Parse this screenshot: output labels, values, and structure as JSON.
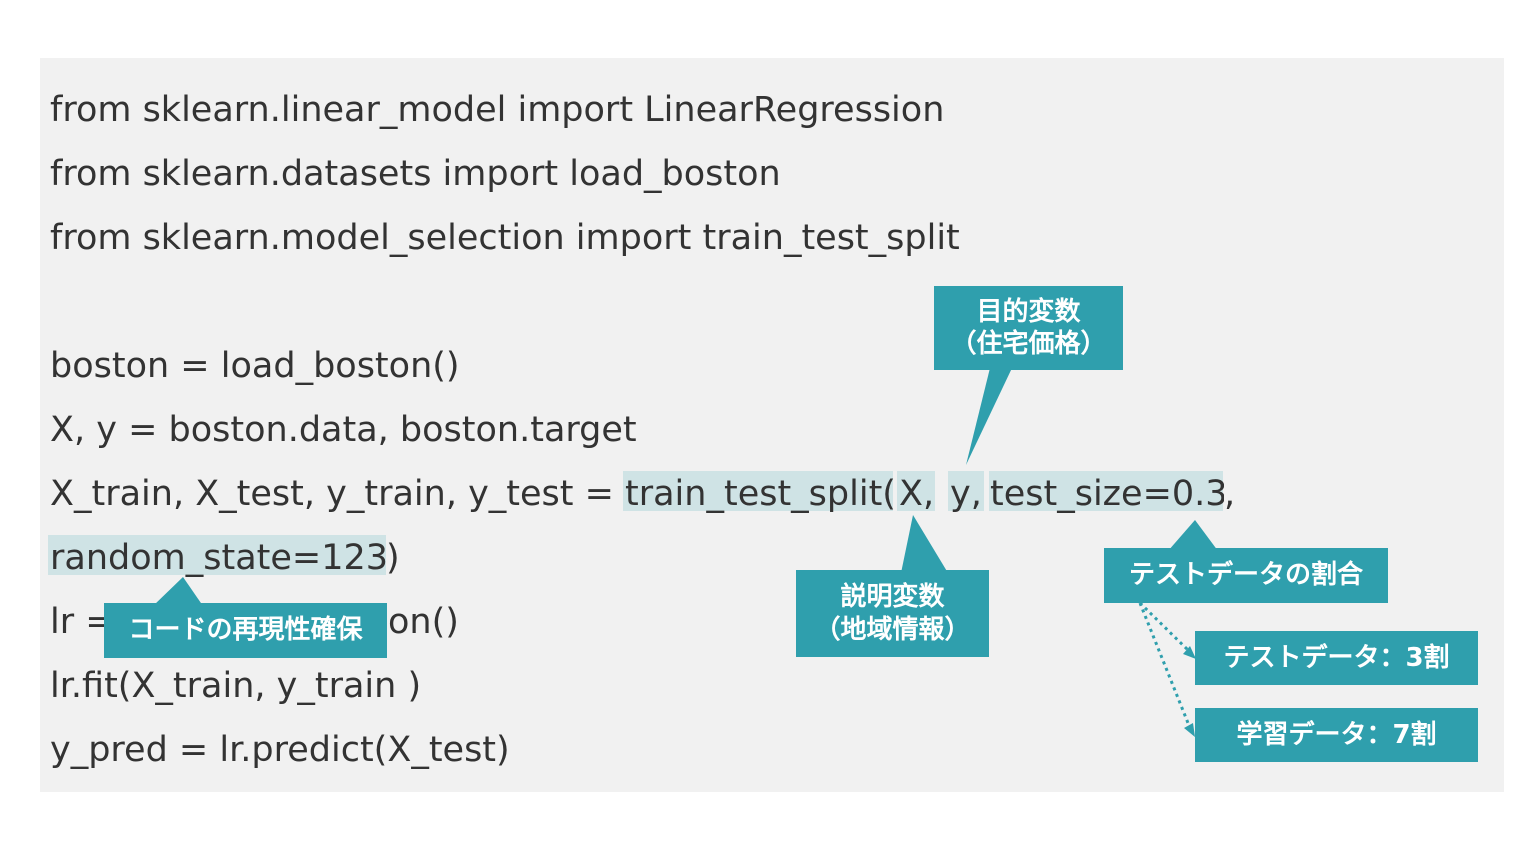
{
  "code": {
    "line1": "from sklearn.linear_model import LinearRegression",
    "line2": "from sklearn.datasets import load_boston",
    "line3": "from sklearn.model_selection import train_test_split",
    "line4": "boston = load_boston()",
    "line5": "X, y = boston.data, boston.target",
    "line6_prefix": "X_train, X_test, y_train, y_test = ",
    "line6_func": "train_test_split(",
    "line6_x": "X,",
    "line6_y": "y,",
    "line6_size": "test_size=0.3",
    "line6_comma": ",",
    "line7_state": "random_state=123",
    "line7_close": ")",
    "line8_start": "lr = ",
    "line8_end": "on()",
    "line9": "lr.fit(X_train, y_train )",
    "line10": "y_pred = lr.predict(X_test)"
  },
  "callouts": {
    "target_line1": "目的変数",
    "target_line2": "（住宅価格）",
    "explanatory_line1": "説明変数",
    "explanatory_line2": "（地域情報）",
    "ratio": "テストデータの割合",
    "test_data": "テストデータ：3割",
    "train_data": "学習データ：7割",
    "reproducibility": "コードの再現性確保"
  },
  "colors": {
    "panel_background": "#f1f1f1",
    "highlight": "#cfe3e5",
    "callout": "#2f9fad",
    "code_text": "#333333"
  }
}
